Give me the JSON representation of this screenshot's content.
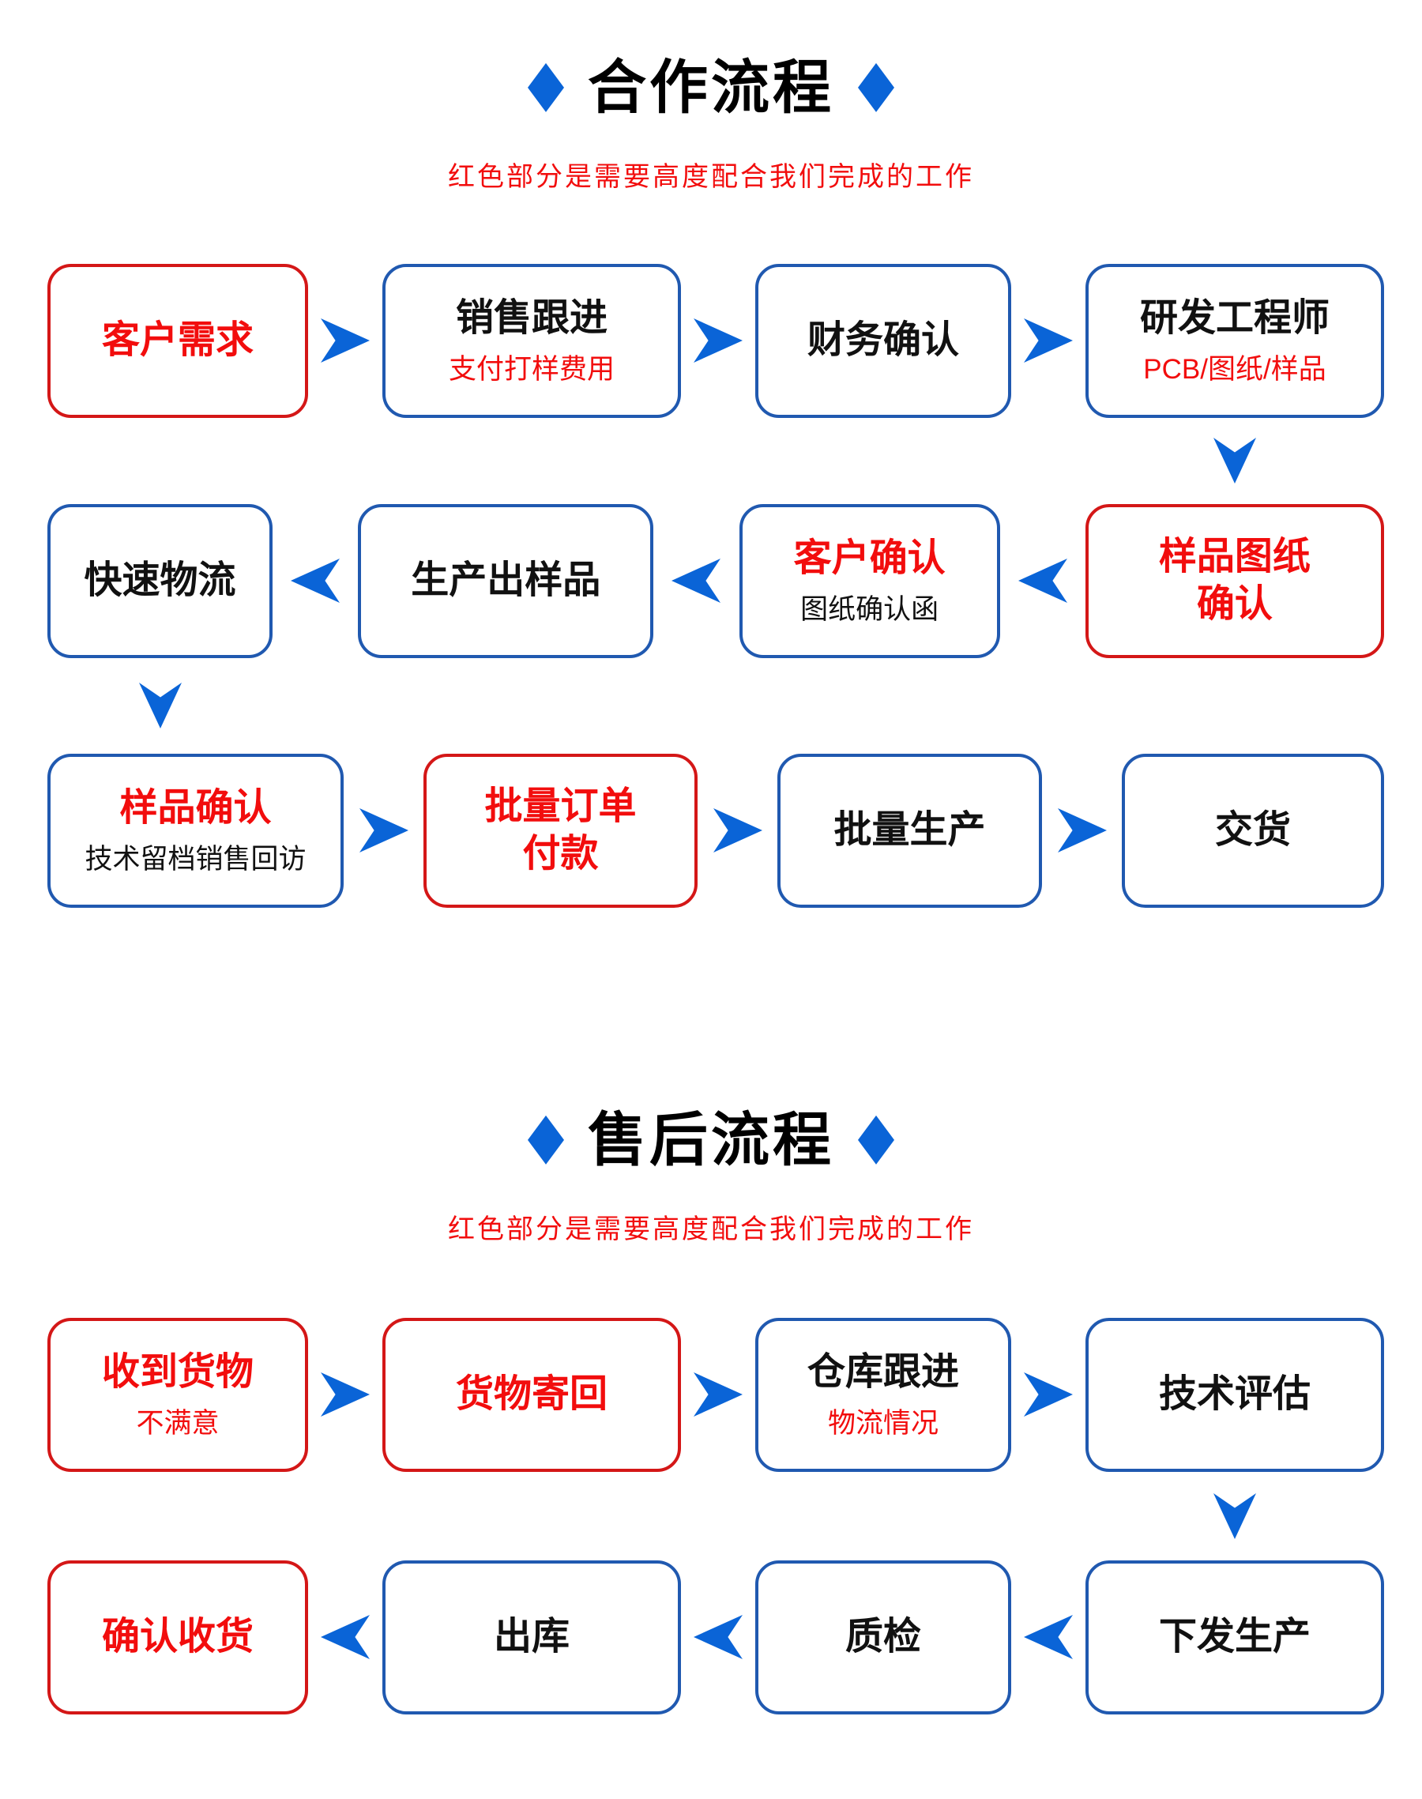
{
  "colors": {
    "arrow_blue": "#0a64d7",
    "box_border_blue": "#2059b0",
    "box_border_red": "#d41717",
    "text_red": "#f20d0d",
    "text_black": "#111111"
  },
  "cooperation": {
    "title": "合作流程",
    "subtitle": "红色部分是需要高度配合我们完成的工作",
    "row1": {
      "box1": {
        "label": "客户需求"
      },
      "box2": {
        "label": "销售跟进",
        "sub": "支付打样费用"
      },
      "box3": {
        "label": "财务确认"
      },
      "box4": {
        "label": "研发工程师",
        "sub": "PCB/图纸/样品"
      }
    },
    "row2": {
      "box1": {
        "label": "快速物流"
      },
      "box2": {
        "label": "生产出样品"
      },
      "box3": {
        "label": "客户确认",
        "sub": "图纸确认函"
      },
      "box4": {
        "label": "样品图纸\n确认"
      }
    },
    "row3": {
      "box1": {
        "label": "样品确认",
        "sub": "技术留档销售回访"
      },
      "box2": {
        "label": "批量订单\n付款"
      },
      "box3": {
        "label": "批量生产"
      },
      "box4": {
        "label": "交货"
      }
    }
  },
  "aftersales": {
    "title": "售后流程",
    "subtitle": "红色部分是需要高度配合我们完成的工作",
    "row1": {
      "box1": {
        "label": "收到货物",
        "sub": "不满意"
      },
      "box2": {
        "label": "货物寄回"
      },
      "box3": {
        "label": "仓库跟进",
        "sub": "物流情况"
      },
      "box4": {
        "label": "技术评估"
      }
    },
    "row2": {
      "box1": {
        "label": "确认收货"
      },
      "box2": {
        "label": "出库"
      },
      "box3": {
        "label": "质检"
      },
      "box4": {
        "label": "下发生产"
      }
    }
  }
}
